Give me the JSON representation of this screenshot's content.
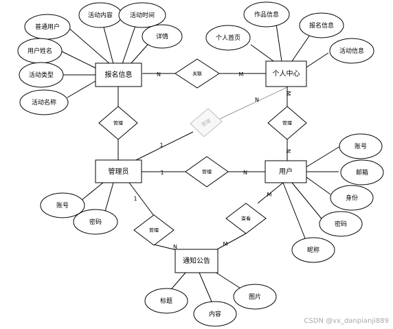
{
  "entities": {
    "signup_info": "报名信息",
    "personal_center": "个人中心",
    "admin": "管理员",
    "user": "用户",
    "notice": "通知公告"
  },
  "relationships": {
    "associate": "关联",
    "manage_signup": "管理",
    "manage_center": "管理",
    "manage_user": "管理",
    "manage_notice": "管理",
    "user_center": "管理",
    "user_notice": "查看"
  },
  "attributes": {
    "signup_info": [
      "普通用户",
      "活动内容",
      "活动时间",
      "详情",
      "用户姓名",
      "活动类型",
      "活动名称"
    ],
    "personal_center": [
      "个人首页",
      "作品信息",
      "报名信息",
      "活动信息"
    ],
    "admin": [
      "账号",
      "密码"
    ],
    "user": [
      "账号",
      "邮箱",
      "身份",
      "密码",
      "昵称"
    ],
    "notice": [
      "标题",
      "内容",
      "图片"
    ]
  },
  "cardinalities": {
    "signup_assoc": "N",
    "center_assoc": "M",
    "center_manage": "N",
    "admin_manage_center": "1",
    "center_user_top": "M",
    "center_user_bottom": "N",
    "admin_user_left": "1",
    "admin_user_right": "N",
    "admin_notice_top": "1",
    "admin_notice_bottom": "N",
    "user_notice_top": "M",
    "user_notice_bottom": "M"
  },
  "watermark": "CSDN @vx_danpianji889"
}
